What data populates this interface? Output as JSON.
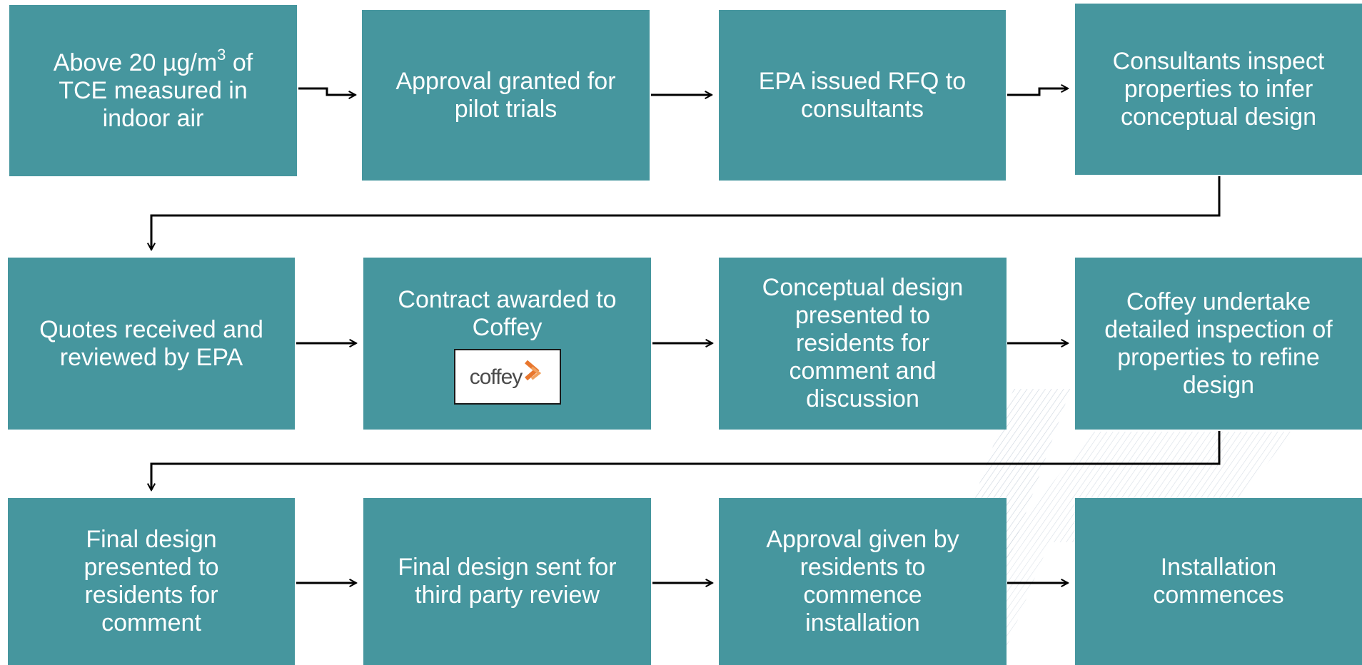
{
  "colors": {
    "box_fill": "#46969e",
    "box_text": "#ffffff",
    "connector": "#000000",
    "logo_accent": "#e8772e"
  },
  "steps": [
    {
      "id": "step1",
      "text_pre": "Above 20 µg/m",
      "superscript": "3",
      "text_post": " of TCE measured in indoor air"
    },
    {
      "id": "step2",
      "text": "Approval granted for pilot trials"
    },
    {
      "id": "step3",
      "text": "EPA issued RFQ to consultants"
    },
    {
      "id": "step4",
      "text": "Consultants inspect properties to infer conceptual design"
    },
    {
      "id": "step5",
      "text": "Quotes received and reviewed by EPA"
    },
    {
      "id": "step6",
      "text": "Contract awarded to Coffey",
      "logo": {
        "wordmark": "coffey",
        "icon": "coffey-chevron-logo"
      }
    },
    {
      "id": "step7",
      "text": "Conceptual design presented to residents for comment and discussion"
    },
    {
      "id": "step8",
      "text": "Coffey undertake detailed inspection of properties to refine design"
    },
    {
      "id": "step9",
      "text": "Final design presented to residents for comment"
    },
    {
      "id": "step10",
      "text": "Final design sent for third party review"
    },
    {
      "id": "step11",
      "text": "Approval given by residents to commence installation"
    },
    {
      "id": "step12",
      "text": "Installation commences"
    }
  ],
  "flow": [
    [
      "step1",
      "step2"
    ],
    [
      "step2",
      "step3"
    ],
    [
      "step3",
      "step4"
    ],
    [
      "step4",
      "step5"
    ],
    [
      "step5",
      "step6"
    ],
    [
      "step6",
      "step7"
    ],
    [
      "step7",
      "step8"
    ],
    [
      "step8",
      "step9"
    ],
    [
      "step9",
      "step10"
    ],
    [
      "step10",
      "step11"
    ],
    [
      "step11",
      "step12"
    ]
  ]
}
